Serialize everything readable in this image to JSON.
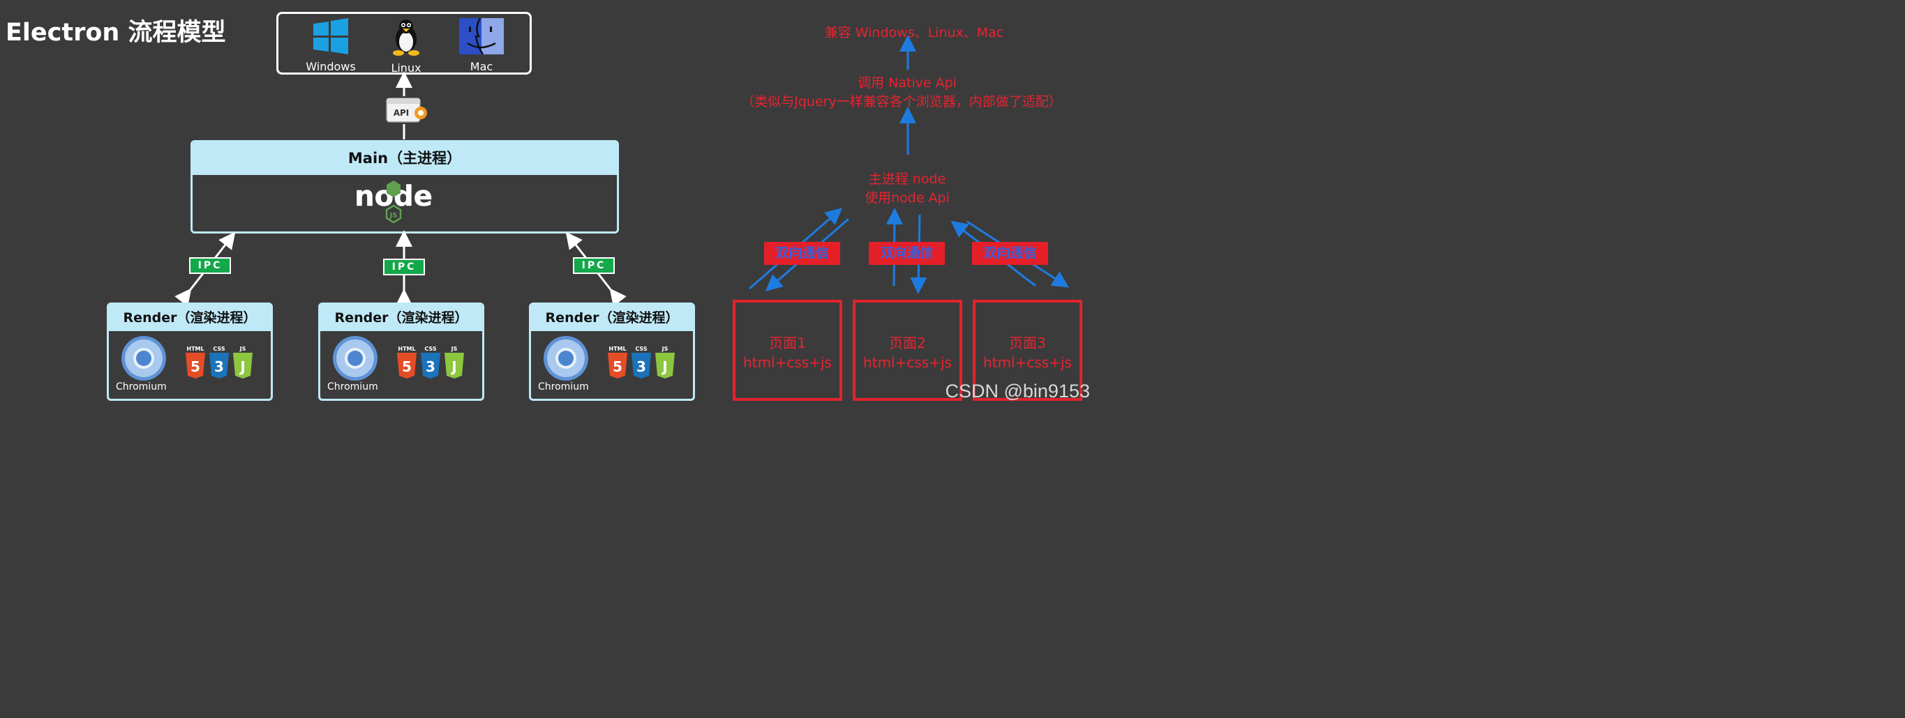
{
  "title": "Electron 流程模型",
  "os": {
    "windows": "Windows",
    "linux": "Linux",
    "mac": "Mac"
  },
  "api_badge": "API",
  "main_process": {
    "title": "Main（主进程）",
    "logo_text": "node",
    "logo_badge": "JS"
  },
  "ipc_label": "IPC",
  "renderers": [
    {
      "title": "Render（渲染进程）",
      "browser": "Chromium",
      "tech": [
        "HTML",
        "CSS",
        "JS"
      ]
    },
    {
      "title": "Render（渲染进程）",
      "browser": "Chromium",
      "tech": [
        "HTML",
        "CSS",
        "JS"
      ]
    },
    {
      "title": "Render（渲染进程）",
      "browser": "Chromium",
      "tech": [
        "HTML",
        "CSS",
        "JS"
      ]
    }
  ],
  "annotations": {
    "compat": "兼容 Windows、Linux、Mac",
    "native_api": "调用 Native Api",
    "native_api_note": "（类似与Jquery一样兼容各个浏览器，内部做了适配）",
    "main_node": "主进程  node",
    "main_node_api": "使用node Api",
    "two_way": "双向通信",
    "pages": [
      {
        "name": "页面1",
        "content": "html+css+js"
      },
      {
        "name": "页面2",
        "content": "html+css+js"
      },
      {
        "name": "页面3",
        "content": "html+css+js"
      }
    ]
  },
  "watermark": "CSDN @bin9153",
  "colors": {
    "background": "#3b3b3c",
    "box_header": "#bfe9f7",
    "ipc_green": "#13a84a",
    "annotation_red": "#e8232f",
    "arrow_blue": "#1e7be0"
  }
}
